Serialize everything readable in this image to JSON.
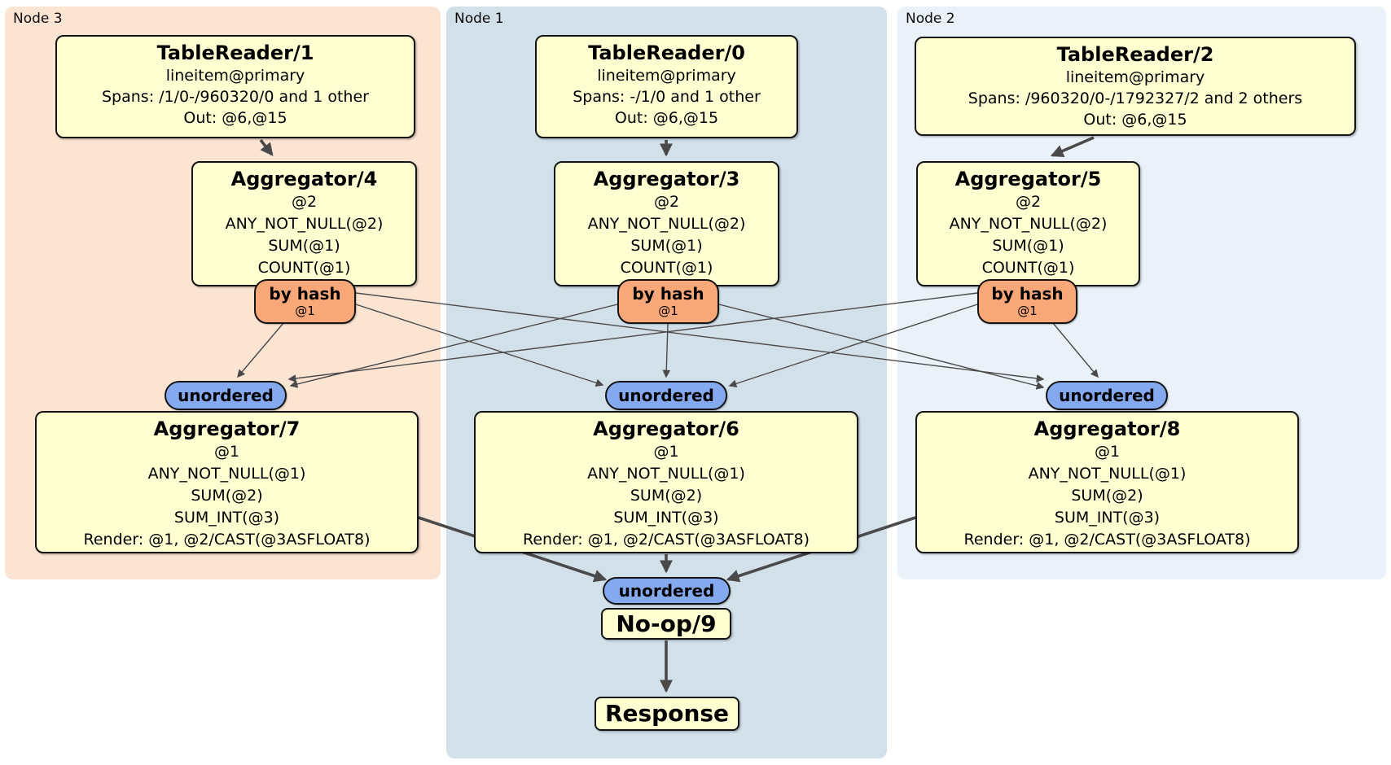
{
  "regions": {
    "node3": {
      "label": "Node 3",
      "bg": "#fce4d3"
    },
    "node1": {
      "label": "Node 1",
      "bg": "#d2e0ea"
    },
    "node2": {
      "label": "Node 2",
      "bg": "#eaf1f9"
    }
  },
  "processors": {
    "tr1": {
      "title": "TableReader/1",
      "lines": [
        "lineitem@primary",
        "Spans: /1/0-/960320/0 and 1 other",
        "Out: @6,@15"
      ]
    },
    "tr0": {
      "title": "TableReader/0",
      "lines": [
        "lineitem@primary",
        "Spans: -/1/0 and 1 other",
        "Out: @6,@15"
      ]
    },
    "tr2": {
      "title": "TableReader/2",
      "lines": [
        "lineitem@primary",
        "Spans: /960320/0-/1792327/2 and 2 others",
        "Out: @6,@15"
      ]
    },
    "agg4": {
      "title": "Aggregator/4",
      "lines": [
        "@2",
        "ANY_NOT_NULL(@2)",
        "SUM(@1)",
        "COUNT(@1)"
      ]
    },
    "agg3": {
      "title": "Aggregator/3",
      "lines": [
        "@2",
        "ANY_NOT_NULL(@2)",
        "SUM(@1)",
        "COUNT(@1)"
      ]
    },
    "agg5": {
      "title": "Aggregator/5",
      "lines": [
        "@2",
        "ANY_NOT_NULL(@2)",
        "SUM(@1)",
        "COUNT(@1)"
      ]
    },
    "agg7": {
      "title": "Aggregator/7",
      "lines": [
        "@1",
        "ANY_NOT_NULL(@1)",
        "SUM(@2)",
        "SUM_INT(@3)",
        "Render: @1, @2/CAST(@3ASFLOAT8)"
      ]
    },
    "agg6": {
      "title": "Aggregator/6",
      "lines": [
        "@1",
        "ANY_NOT_NULL(@1)",
        "SUM(@2)",
        "SUM_INT(@3)",
        "Render: @1, @2/CAST(@3ASFLOAT8)"
      ]
    },
    "agg8": {
      "title": "Aggregator/8",
      "lines": [
        "@1",
        "ANY_NOT_NULL(@1)",
        "SUM(@2)",
        "SUM_INT(@3)",
        "Render: @1, @2/CAST(@3ASFLOAT8)"
      ]
    },
    "noop": {
      "title": "No-op/9"
    },
    "response": {
      "title": "Response"
    }
  },
  "routers": {
    "by_hash": {
      "label": "by hash",
      "detail": "@1"
    },
    "unordered": {
      "label": "unordered"
    }
  },
  "edges": [
    {
      "from": "TableReader/1",
      "to": "Aggregator/4",
      "style": "thick"
    },
    {
      "from": "TableReader/0",
      "to": "Aggregator/3",
      "style": "thick"
    },
    {
      "from": "TableReader/2",
      "to": "Aggregator/5",
      "style": "thick"
    },
    {
      "from": "by hash (Aggregator/4)",
      "to": "unordered (Aggregator/7)",
      "style": "thin"
    },
    {
      "from": "by hash (Aggregator/4)",
      "to": "unordered (Aggregator/6)",
      "style": "thin"
    },
    {
      "from": "by hash (Aggregator/4)",
      "to": "unordered (Aggregator/8)",
      "style": "thin"
    },
    {
      "from": "by hash (Aggregator/3)",
      "to": "unordered (Aggregator/7)",
      "style": "thin"
    },
    {
      "from": "by hash (Aggregator/3)",
      "to": "unordered (Aggregator/6)",
      "style": "thin"
    },
    {
      "from": "by hash (Aggregator/3)",
      "to": "unordered (Aggregator/8)",
      "style": "thin"
    },
    {
      "from": "by hash (Aggregator/5)",
      "to": "unordered (Aggregator/7)",
      "style": "thin"
    },
    {
      "from": "by hash (Aggregator/5)",
      "to": "unordered (Aggregator/6)",
      "style": "thin"
    },
    {
      "from": "by hash (Aggregator/5)",
      "to": "unordered (Aggregator/8)",
      "style": "thin"
    },
    {
      "from": "Aggregator/7",
      "to": "unordered (No-op/9)",
      "style": "thick"
    },
    {
      "from": "Aggregator/6",
      "to": "unordered (No-op/9)",
      "style": "thick"
    },
    {
      "from": "Aggregator/8",
      "to": "unordered (No-op/9)",
      "style": "thick"
    },
    {
      "from": "No-op/9",
      "to": "Response",
      "style": "thick"
    }
  ],
  "colors": {
    "node3_bg": "#fce4d3",
    "node1_bg": "#d2e0ea",
    "node2_bg": "#eaf1f9",
    "processor_fill": "#ffffd2",
    "router_hash_fill": "#f8a878",
    "sync_unordered_fill": "#84a9ef",
    "edge": "#4a4a4a",
    "border": "#141414"
  }
}
